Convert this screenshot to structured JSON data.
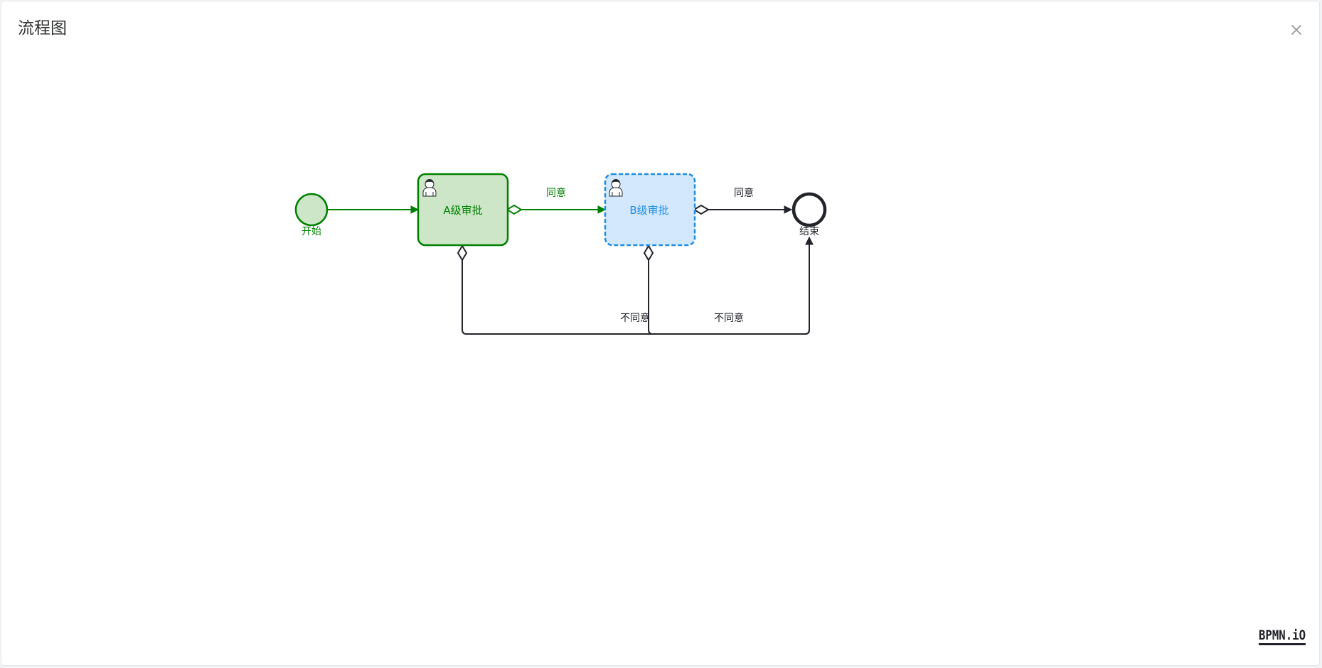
{
  "dialog": {
    "title": "流程图",
    "close_icon": "close-icon"
  },
  "diagram": {
    "colors": {
      "completed_stroke": "#008000",
      "completed_fill": "#cde6c7",
      "active_stroke": "#1f8de6",
      "active_fill": "#d4e8fd",
      "default_stroke": "#22242a"
    },
    "start_event": {
      "label": "开始",
      "state": "completed"
    },
    "task_a": {
      "label": "A级审批",
      "state": "completed",
      "icon": "user-icon"
    },
    "task_b": {
      "label": "B级审批",
      "state": "active",
      "icon": "user-icon"
    },
    "end_event": {
      "label": "结束",
      "state": "pending"
    },
    "flows": {
      "a_to_b": {
        "label": "同意"
      },
      "b_to_end": {
        "label": "同意"
      },
      "a_reject": {
        "label": "不同意"
      },
      "b_reject": {
        "label": "不同意"
      }
    }
  },
  "logo": {
    "text": "BPMN.iO"
  }
}
